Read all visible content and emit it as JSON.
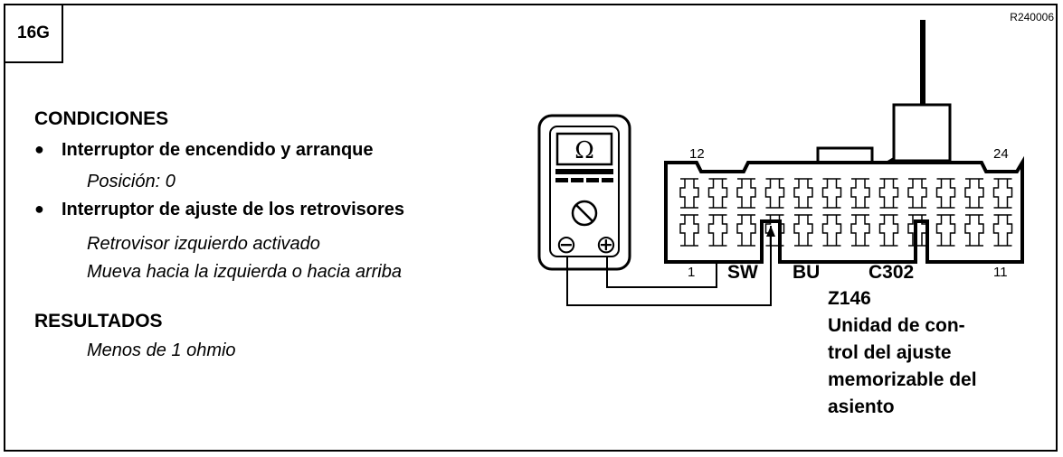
{
  "figure_id": "16G",
  "reference_code": "R240006",
  "conditions": {
    "heading": "CONDICIONES",
    "items": [
      {
        "label": "Interruptor de encendido y arranque",
        "detail_lines": [
          "Posición: 0"
        ]
      },
      {
        "label": "Interruptor de ajuste de los retrovisores",
        "detail_lines": [
          "Retrovisor izquierdo activado",
          "Mueva hacia la izquierda o hacia arriba"
        ]
      }
    ]
  },
  "results": {
    "heading": "RESULTADOS",
    "value": "Menos de 1 ohmio"
  },
  "meter": {
    "symbol": "Ω",
    "minus_symbol": "⊖",
    "plus_symbol": "⊕"
  },
  "connector": {
    "pin_top_left": "12",
    "pin_top_right": "24",
    "pin_bottom_left": "1",
    "pin_bottom_right": "11",
    "wire_color_1": "SW",
    "wire_color_2": "BU",
    "name": "C302"
  },
  "component": {
    "code": "Z146",
    "name_lines": [
      "Unidad de con-",
      "trol del ajuste",
      "memorizable del",
      "asiento"
    ]
  }
}
